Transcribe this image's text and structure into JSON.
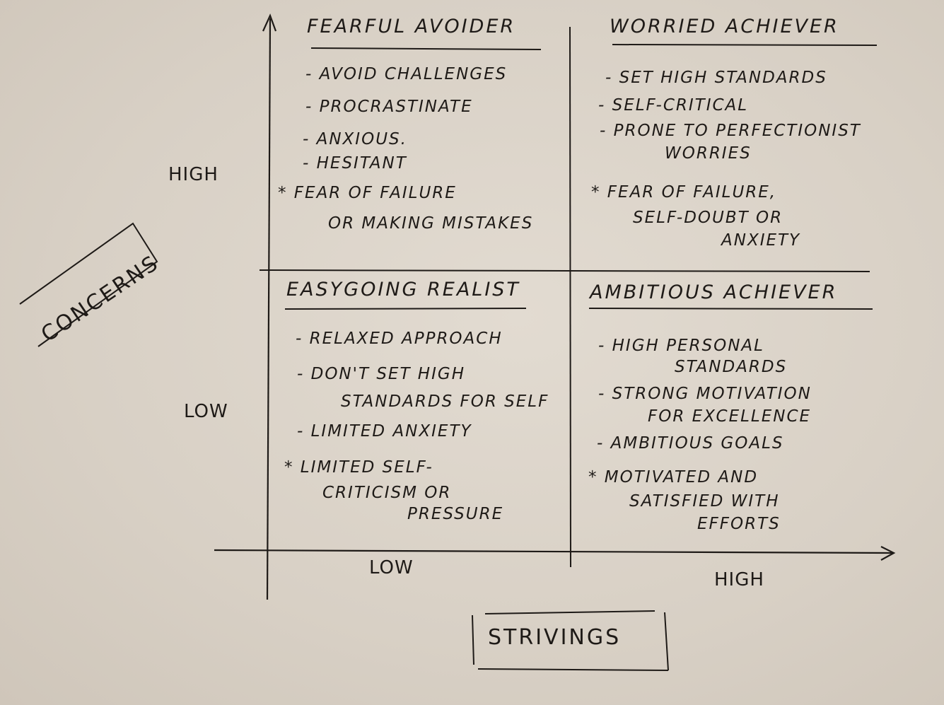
{
  "colors": {
    "paper": "#dbd3c8",
    "ink": "#1e1a17"
  },
  "y_axis": {
    "label": "CONCERNS",
    "high": "HIGH",
    "low": "LOW"
  },
  "x_axis": {
    "label": "STRIVINGS",
    "low": "LOW",
    "high": "HIGH"
  },
  "quadrants": {
    "fearful_avoider": {
      "title": "FEARFUL AVOIDER",
      "items": [
        "- AVOID CHALLENGES",
        "- PROCRASTINATE",
        "- ANXIOUS.",
        "- HESITANT"
      ],
      "star": [
        "* FEAR OF FAILURE",
        "OR MAKING MISTAKES"
      ]
    },
    "worried_achiever": {
      "title": "WORRIED ACHIEVER",
      "items": [
        "- SET HIGH STANDARDS",
        "- SELF-CRITICAL",
        "- PRONE TO PERFECTIONIST",
        "WORRIES"
      ],
      "star": [
        "* FEAR OF FAILURE,",
        "SELF-DOUBT OR",
        "ANXIETY"
      ]
    },
    "easygoing_realist": {
      "title": "EASYGOING REALIST",
      "items": [
        "- RELAXED APPROACH",
        "- DON'T SET HIGH",
        "STANDARDS FOR SELF",
        "- LIMITED ANXIETY"
      ],
      "star": [
        "* LIMITED SELF-",
        "CRITICISM OR",
        "PRESSURE"
      ]
    },
    "ambitious_achiever": {
      "title": "AMBITIOUS ACHIEVER",
      "items": [
        "- HIGH PERSONAL",
        "STANDARDS",
        "- STRONG MOTIVATION",
        "FOR EXCELLENCE",
        "- AMBITIOUS GOALS"
      ],
      "star": [
        "* MOTIVATED AND",
        "SATISFIED WITH",
        "EFFORTS"
      ]
    }
  }
}
